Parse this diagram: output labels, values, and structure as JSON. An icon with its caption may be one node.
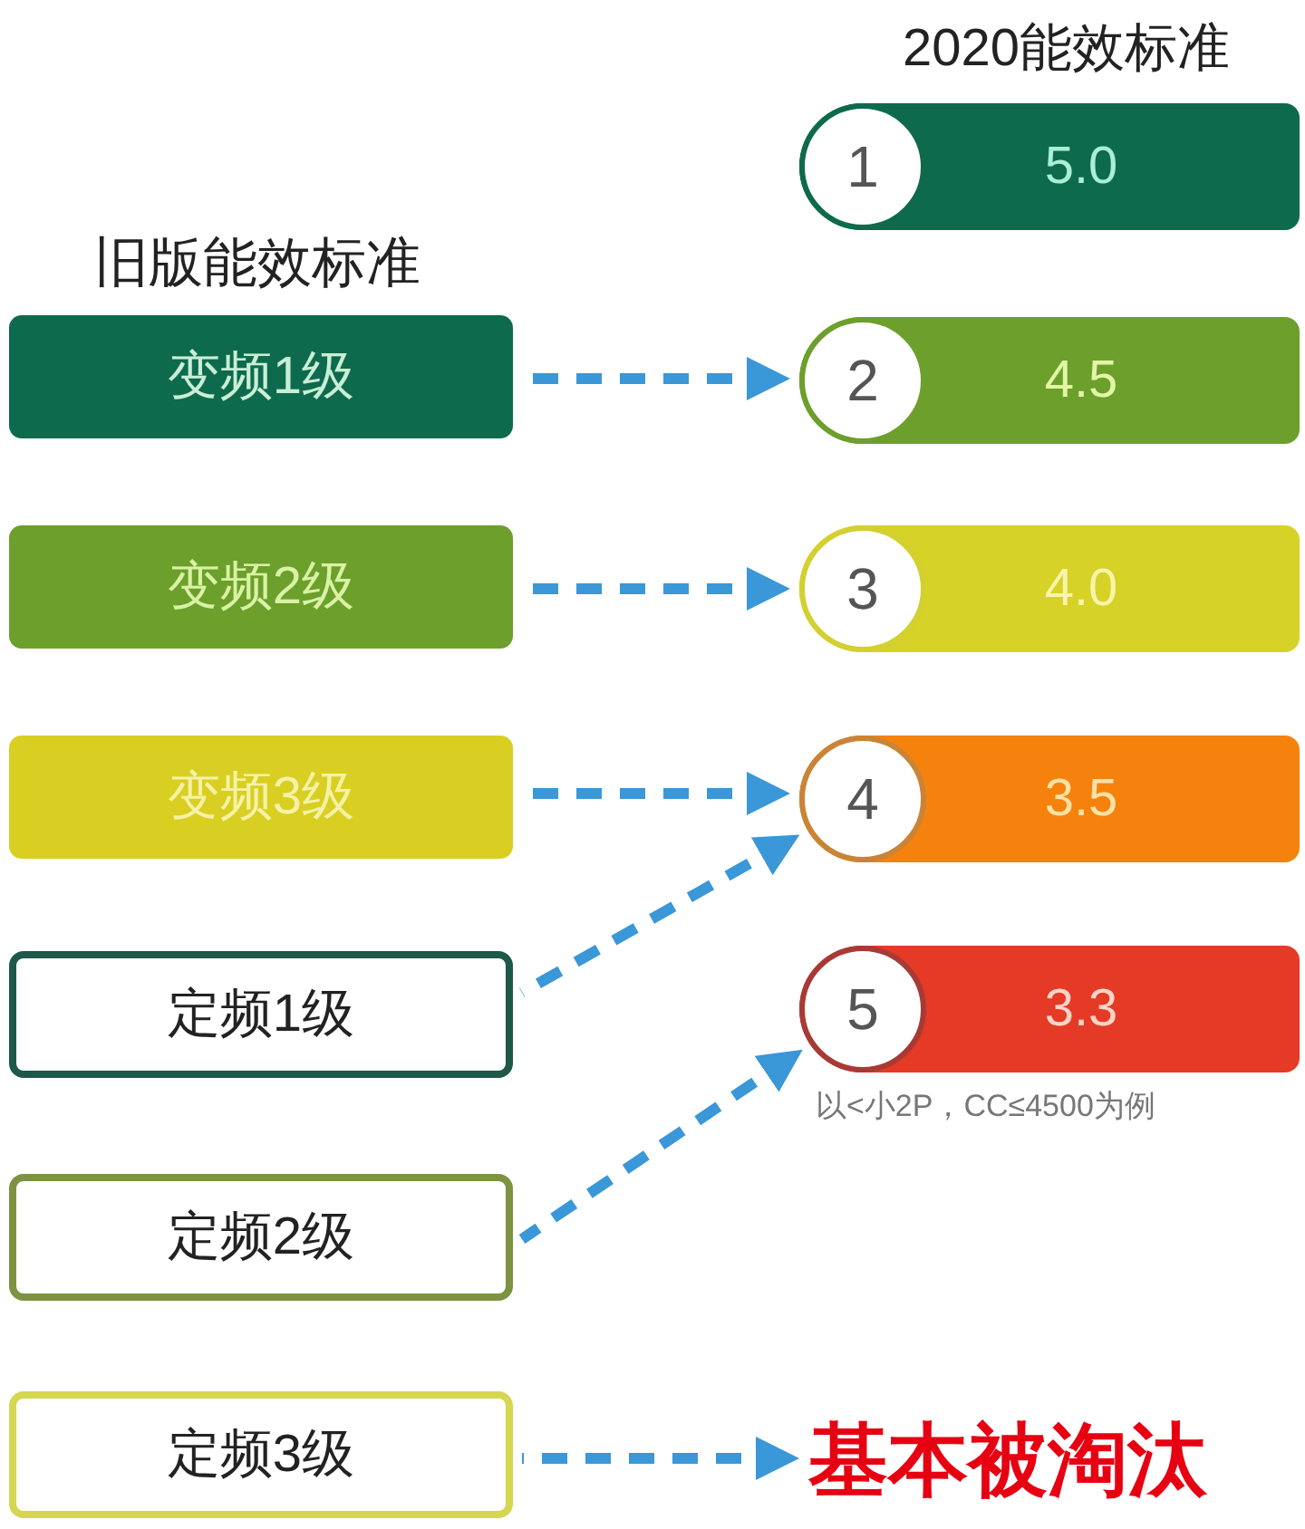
{
  "diagram": {
    "nodes": [
      {
        "text": [
          "变频1级"
        ]
      },
      {
        "text": [
          "变频2级"
        ]
      },
      {
        "text": [
          "变频3级"
        ]
      },
      {
        "text": [
          "定频1级"
        ]
      },
      {
        "text": [
          "定频2级"
        ]
      },
      {
        "text": [
          "定频3级"
        ]
      },
      {
        "text": [
          "5.0"
        ]
      },
      {
        "text": [
          "1"
        ],
        "in": 6
      },
      {
        "text": [
          "4.5"
        ]
      },
      {
        "text": [
          "2"
        ],
        "in": 8
      },
      {
        "text": [
          "4.0"
        ]
      },
      {
        "text": [
          "3"
        ],
        "in": 10
      },
      {
        "text": [
          "3.5"
        ]
      },
      {
        "text": [
          "4"
        ],
        "in": 12
      },
      {
        "text": [
          "3.3"
        ]
      },
      {
        "text": [
          "5"
        ],
        "in": 14
      },
      {
        "text": [
          "基本被淘汰"
        ]
      }
    ],
    "edges": [
      {
        "from": 0,
        "to": 9,
        "arrow": "to",
        "style": "dashed"
      },
      {
        "from": 1,
        "to": 11,
        "arrow": "to",
        "style": "dashed"
      },
      {
        "from": 2,
        "to": 13,
        "arrow": "to",
        "style": "dashed"
      },
      {
        "from": 3,
        "to": 13,
        "arrow": "to",
        "style": "dashed"
      },
      {
        "from": 4,
        "to": 15,
        "arrow": "to",
        "style": "dashed"
      },
      {
        "from": 5,
        "to": 16,
        "arrow": "to",
        "style": "dashed"
      }
    ],
    "labels": [
      "2020能效标准",
      "旧版能效标准",
      "以<小2P，CC≤4500为例"
    ]
  }
}
